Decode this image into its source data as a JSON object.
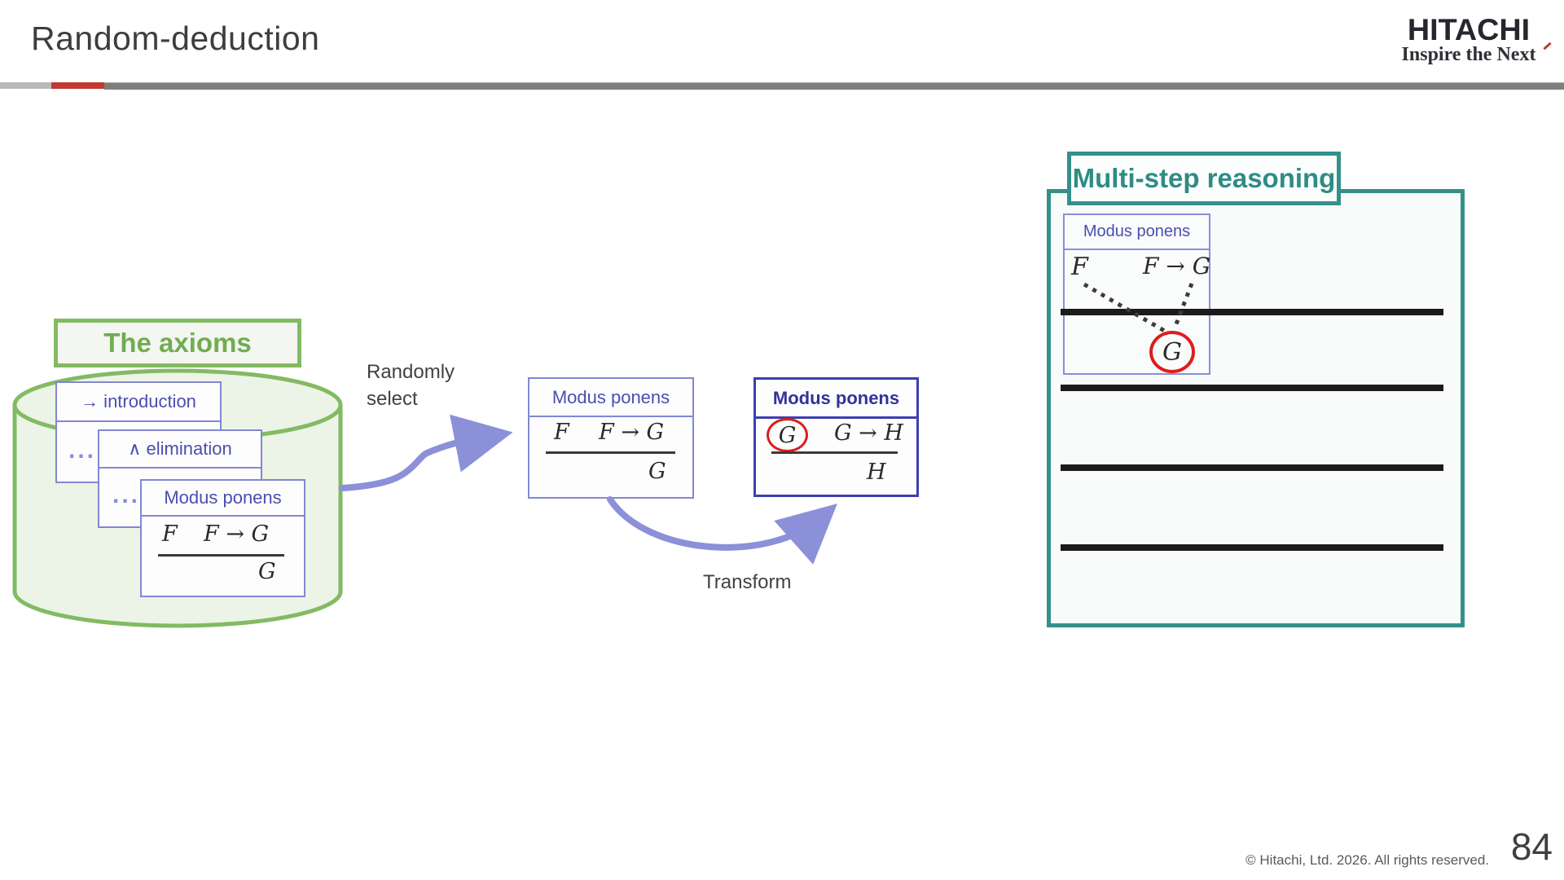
{
  "header": {
    "title": "Random-deduction"
  },
  "logo": {
    "name": "HITACHI",
    "tagline": "Inspire the Next"
  },
  "axioms": {
    "label": "The axioms",
    "ellipsis": "...",
    "cards": [
      {
        "title": "→ introduction"
      },
      {
        "title": "∧ elimination"
      },
      {
        "title": "Modus ponens",
        "premise1": "F",
        "premise2": "F → G",
        "conclusion": "G"
      }
    ]
  },
  "flow": {
    "select_label": "Randomly select",
    "transform_label": "Transform"
  },
  "selected_rule": {
    "title": "Modus ponens",
    "premise1": "F",
    "premise2": "F → G",
    "conclusion": "G"
  },
  "transformed_rule": {
    "title": "Modus ponens",
    "premise1": "G",
    "premise2": "G → H",
    "conclusion": "H"
  },
  "reasoning": {
    "label": "Multi-step reasoning",
    "card_title": "Modus ponens",
    "premise1": "F",
    "premise2": "F → G",
    "conclusion": "G"
  },
  "footer": {
    "copyright": "© Hitachi, Ltd. 2026. All rights reserved.",
    "page_number": "84"
  },
  "colors": {
    "green_border": "#83ba64",
    "green_text": "#70ad52",
    "cylinder_fill": "#ecf4e7",
    "periwinkle_border": "#8287d2",
    "periwinkle_arrow": "#8b90d9",
    "purple_text": "#4a4eae",
    "navy_border": "#3c3fae",
    "navy_text": "#32329b",
    "teal": "#33908a",
    "red": "#dd1d1d",
    "hitachi_red": "#bf3a33",
    "line_black": "#1b1b1b"
  }
}
